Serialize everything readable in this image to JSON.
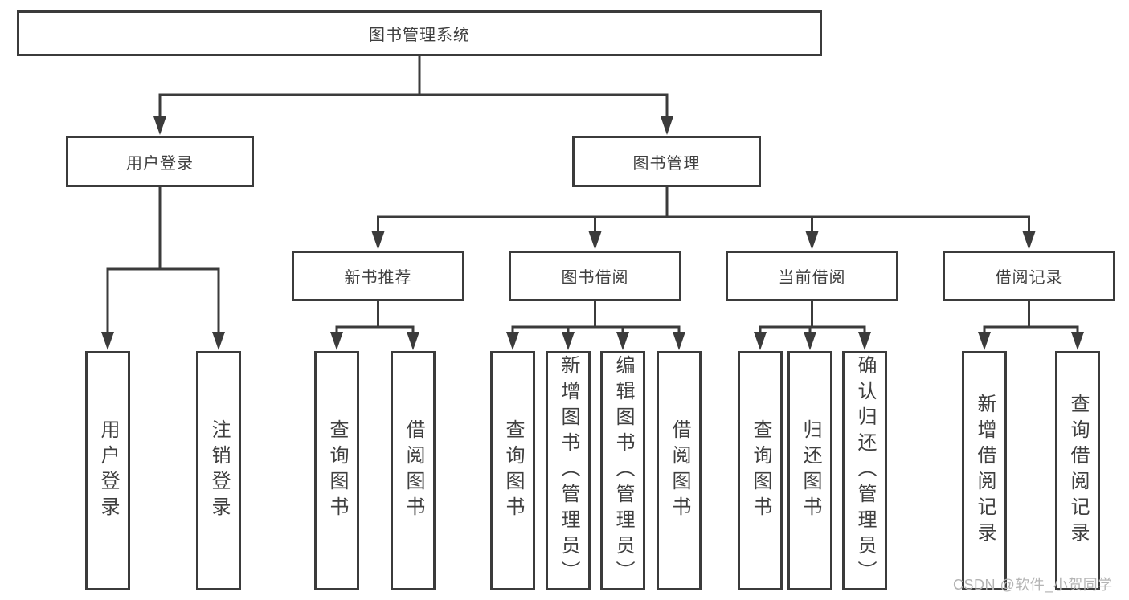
{
  "colors": {
    "background": "#ffffff",
    "line": "#3b3b3b",
    "box_border": "#3b3b3b",
    "text": "#3f3f3f",
    "watermark": "#b4b4b4"
  },
  "nodes": {
    "root": "图书管理系统",
    "user_login": "用户登录",
    "book_management": "图书管理",
    "new_book_recommend": "新书推荐",
    "book_borrow": "图书借阅",
    "current_borrow": "当前借阅",
    "borrow_record": "借阅记录",
    "leaf_user_login": "用户登录",
    "leaf_logout": "注销登录",
    "leaf_query_book_recommend": "查询图书",
    "leaf_borrow_book_recommend": "借阅图书",
    "leaf_query_book_borrow": "查询图书",
    "leaf_add_book_admin": "新增图书（管理员）",
    "leaf_edit_book_admin": "编辑图书（管理员）",
    "leaf_borrow_book_borrow": "借阅图书",
    "leaf_query_book_current": "查询图书",
    "leaf_return_book": "归还图书",
    "leaf_confirm_return_admin": "确认归还（管理员）",
    "leaf_add_borrow_record": "新增借阅记录",
    "leaf_query_borrow_record": "查询借阅记录"
  },
  "watermark": "CSDN @软件_小贺同学"
}
